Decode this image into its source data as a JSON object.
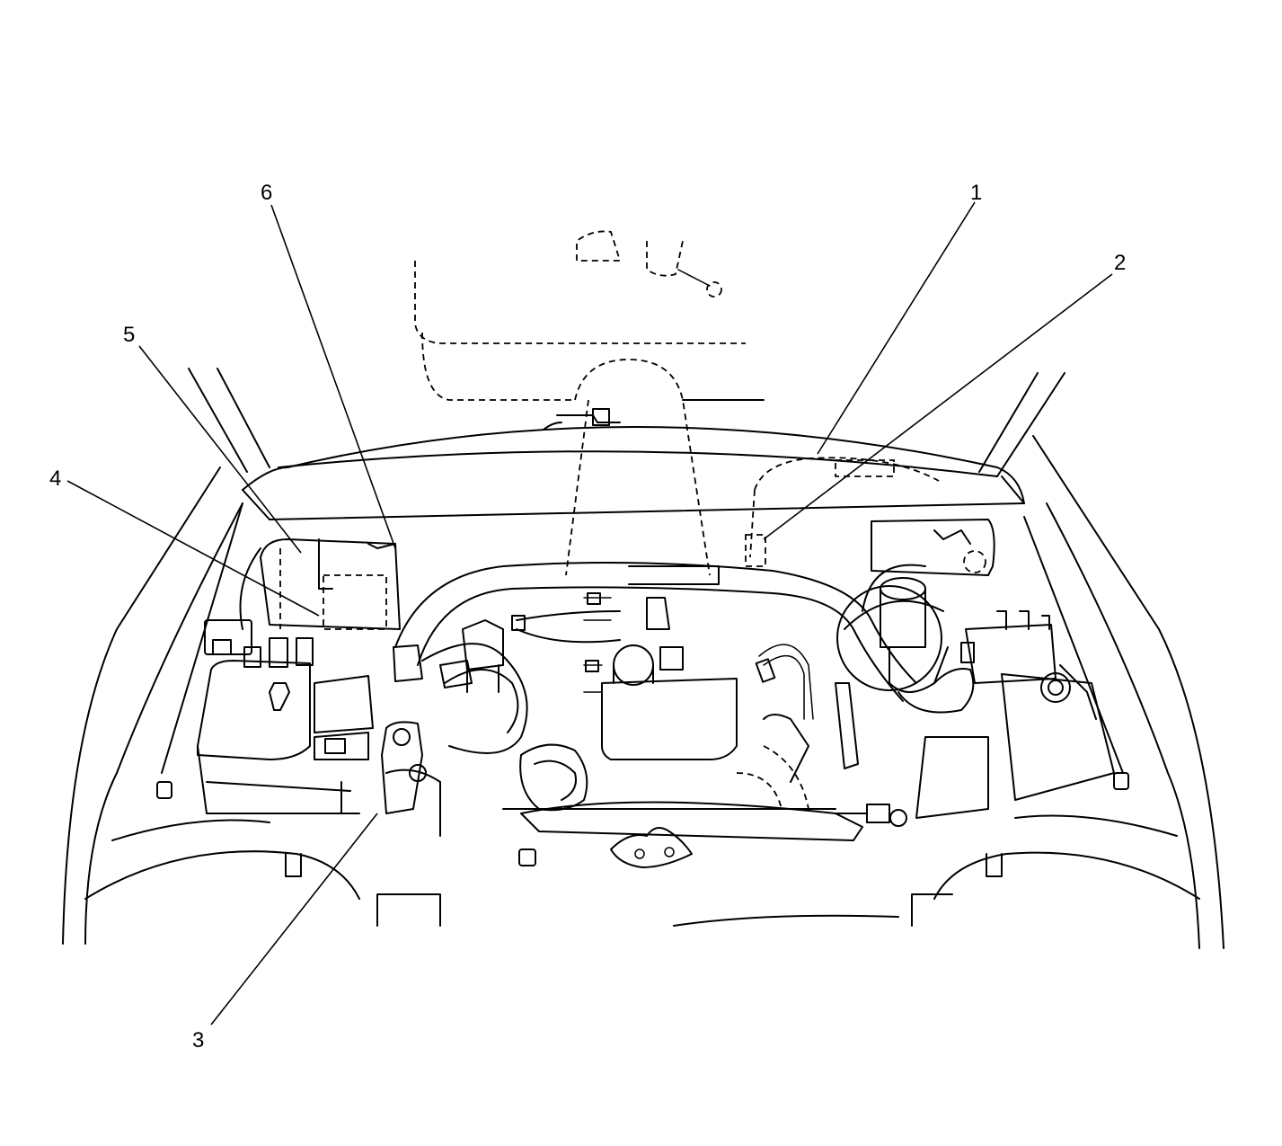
{
  "figure": {
    "line_color": "#000000",
    "background_color": "#ffffff"
  },
  "callouts": [
    {
      "number": "1"
    },
    {
      "number": "2"
    },
    {
      "number": "3"
    },
    {
      "number": "4"
    },
    {
      "number": "5"
    },
    {
      "number": "6"
    }
  ]
}
